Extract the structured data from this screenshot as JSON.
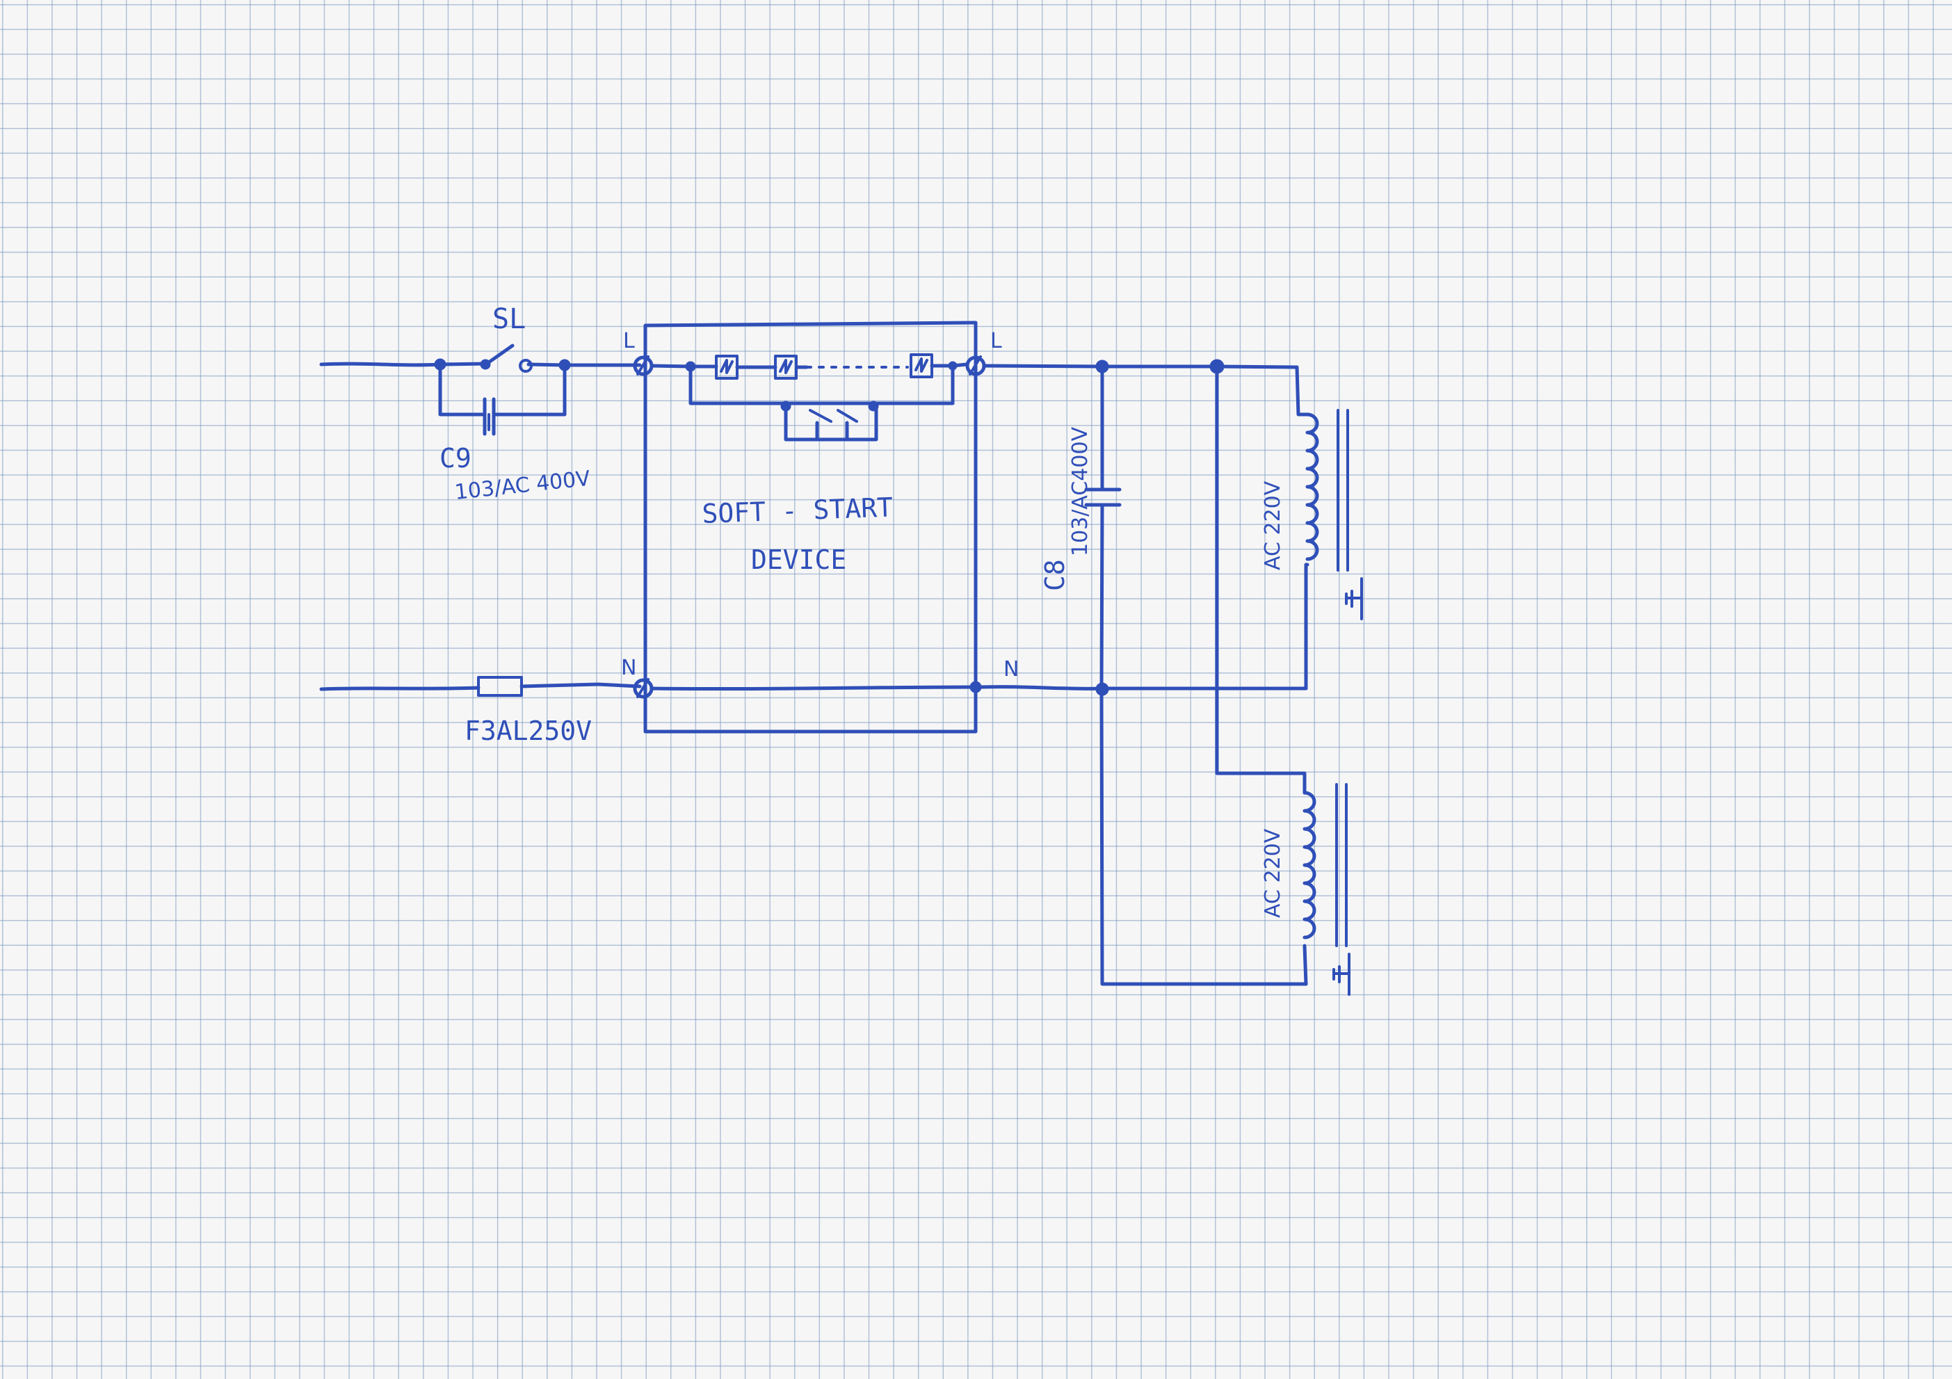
{
  "colors": {
    "ink": "#2f4fb8",
    "grid": "#9bb2d6",
    "paper": "#f6f6f6"
  },
  "labels": {
    "switch": "SL",
    "cap_c9": "C9",
    "cap_c9_rating": "103/AC 400V",
    "terminal_l_in": "L",
    "terminal_n_in": "N",
    "terminal_l_out": "L",
    "terminal_n_out": "N",
    "device_line1": "SOFT - START",
    "device_line2": "DEVICE",
    "cap_c8": "C8",
    "cap_c8_rating": "103/AC400V",
    "fuse": "F3AL250V",
    "load_top": "AC 220V",
    "load_bottom": "AC 220V"
  },
  "icons": {
    "relay": "relay-coil-icon",
    "ground": "ground-icon",
    "inductor": "inductor-icon",
    "capacitor": "capacitor-icon",
    "fuse": "fuse-icon"
  }
}
